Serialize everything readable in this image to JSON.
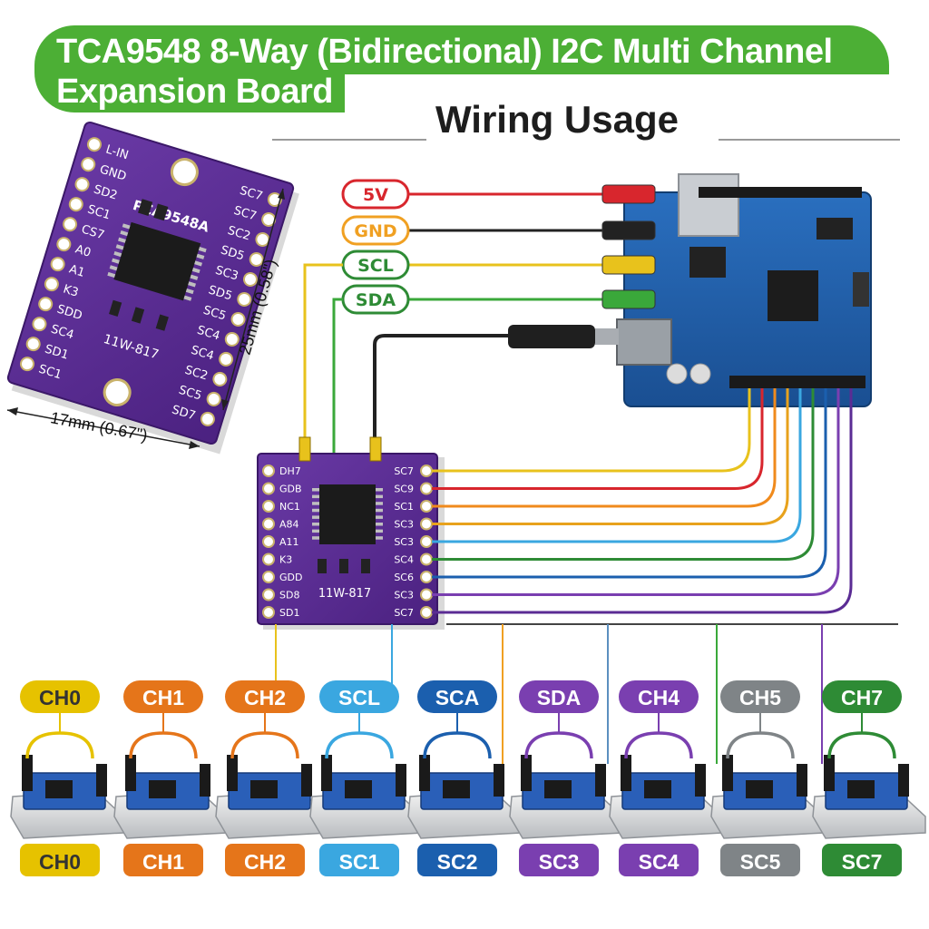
{
  "header": {
    "title_line1": "TCA9548 8-Way (Bidirectional) I2C Multi Channel",
    "title_line2": "Expansion Board",
    "subtitle": "Wiring Usage"
  },
  "module_board": {
    "chip_label": "PCA9548A",
    "part_label": "11W-817",
    "left_pins": [
      "L-IN",
      "GND",
      "SD2",
      "SC1",
      "CS7",
      "A0",
      "A1",
      "K3",
      "SDD",
      "SC4",
      "SD1",
      "SC1"
    ],
    "right_pins": [
      "SC7",
      "SC7",
      "SC2",
      "SD5",
      "SC3",
      "SD5",
      "SC5",
      "SC4",
      "SC4",
      "SC2",
      "SC5",
      "SD7"
    ]
  },
  "dimensions": {
    "width": "17mm (0.67\")",
    "height": "25mm (0.58\")"
  },
  "center_board": {
    "part_label": "11W-817",
    "left_pins": [
      "DH7",
      "GDB",
      "NC1",
      "A84",
      "A11",
      "K3",
      "GDD",
      "SD8",
      "SD1"
    ],
    "right_pins": [
      "SC7",
      "SC9",
      "SC1",
      "SC3",
      "SC3",
      "SC4",
      "SC6",
      "SC3",
      "SC7"
    ]
  },
  "power_tags": [
    {
      "label": "5V",
      "color": "#d8262d"
    },
    {
      "label": "GND",
      "color": "#f0a022"
    },
    {
      "label": "SCL",
      "color": "#2e8b35"
    },
    {
      "label": "SDA",
      "color": "#2e8b35"
    }
  ],
  "channels_top": [
    {
      "label": "CH0",
      "color": "#e6c200",
      "text": "#333333"
    },
    {
      "label": "CH1",
      "color": "#e5751a",
      "text": "#ffffff"
    },
    {
      "label": "CH2",
      "color": "#e5751a",
      "text": "#ffffff"
    },
    {
      "label": "SCL",
      "color": "#3aa7e0",
      "text": "#ffffff"
    },
    {
      "label": "SCA",
      "color": "#1b5fae",
      "text": "#ffffff"
    },
    {
      "label": "SDA",
      "color": "#7a3fb0",
      "text": "#ffffff"
    },
    {
      "label": "CH4",
      "color": "#7a3fb0",
      "text": "#ffffff"
    },
    {
      "label": "CH5",
      "color": "#7f8487",
      "text": "#ffffff"
    },
    {
      "label": "CH7",
      "color": "#2e8b35",
      "text": "#ffffff"
    }
  ],
  "channels_bottom": [
    {
      "label": "CH0",
      "color": "#e6c200",
      "text": "#333333"
    },
    {
      "label": "CH1",
      "color": "#e5751a",
      "text": "#ffffff"
    },
    {
      "label": "CH2",
      "color": "#e5751a",
      "text": "#ffffff"
    },
    {
      "label": "SC1",
      "color": "#3aa7e0",
      "text": "#ffffff"
    },
    {
      "label": "SC2",
      "color": "#1b5fae",
      "text": "#ffffff"
    },
    {
      "label": "SC3",
      "color": "#7a3fb0",
      "text": "#ffffff"
    },
    {
      "label": "SC4",
      "color": "#7a3fb0",
      "text": "#ffffff"
    },
    {
      "label": "SC5",
      "color": "#7f8487",
      "text": "#ffffff"
    },
    {
      "label": "SC7",
      "color": "#2e8b35",
      "text": "#ffffff"
    }
  ],
  "colors": {
    "banner": "#4caf35",
    "pcb_purple": "#5b2c94",
    "arduino_blue": "#1f5fa8"
  }
}
